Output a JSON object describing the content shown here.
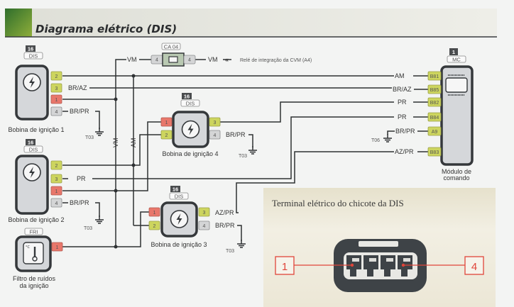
{
  "header": {
    "title": "Diagrama elétrico (DIS)"
  },
  "colors": {
    "header_green": "#3f7a2a",
    "pin_green": "#cdd55e",
    "pin_red": "#e8776b",
    "pin_gray": "#d4d5d6",
    "box_fill": "#d5d7da",
    "box_border": "#35383b",
    "callout_red": "#e0453a"
  },
  "coil1": {
    "number": "16",
    "code": "DIS",
    "label": "Bobina de ignição 1",
    "pins": [
      "2",
      "3",
      "1",
      "4"
    ]
  },
  "coil2": {
    "number": "16",
    "code": "DIS",
    "label": "Bobina de ignição 2",
    "pins": [
      "2",
      "3",
      "1",
      "4"
    ]
  },
  "coil3": {
    "number": "16",
    "code": "DIS",
    "label": "Bobina de ignição 3",
    "pins": [
      "1",
      "2",
      "3",
      "4"
    ]
  },
  "coil4": {
    "number": "16",
    "code": "DIS",
    "label": "Bobina de ignição 4",
    "pins": [
      "1",
      "2",
      "3",
      "4"
    ]
  },
  "filter": {
    "code": "FRI",
    "label_line1": "Filtro de ruídos",
    "label_line2": "da ignição",
    "pin": "1",
    "icon": "thermometer-icon",
    "unit": "°C"
  },
  "module": {
    "number": "1",
    "code": "MC",
    "label_line1": "Módulo de",
    "label_line2": "comando",
    "pins": [
      "B81",
      "B85",
      "B82",
      "B84",
      "A9",
      "B83"
    ]
  },
  "ca04": {
    "code": "CA 04",
    "pin_left": "4",
    "pin_right": "4"
  },
  "relay_ref": {
    "arrow": "«",
    "text": "Relé de integração da CVM (A4)"
  },
  "wires": {
    "vm": "VM",
    "am": "AM",
    "br_az": "BR/AZ",
    "br_pr": "BR/PR",
    "pr": "PR",
    "az_pr": "AZ/PR"
  },
  "grounds": {
    "t03": "T03",
    "t06": "T06"
  },
  "terminal_panel": {
    "title": "Terminal elétrico do chicote da DIS",
    "pin_first": "1",
    "pin_last": "4"
  }
}
